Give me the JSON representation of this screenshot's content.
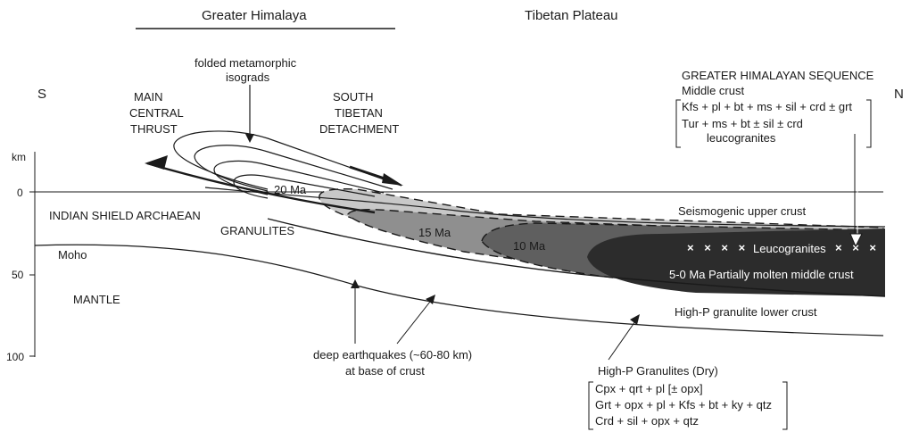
{
  "header": {
    "greater_himalaya": "Greater Himalaya",
    "tibetan_plateau": "Tibetan Plateau"
  },
  "compass": {
    "south": "S",
    "north": "N"
  },
  "depth_axis": {
    "unit": "km",
    "ticks": [
      {
        "label": "0",
        "value": 0
      },
      {
        "label": "50",
        "value": 50
      },
      {
        "label": "100",
        "value": 100
      }
    ]
  },
  "structures": {
    "main_central_thrust": [
      "MAIN",
      "CENTRAL",
      "THRUST"
    ],
    "south_tibetan_detachment": [
      "SOUTH",
      "TIBETAN",
      "DETACHMENT"
    ],
    "folded_isograds": [
      "folded metamorphic",
      "isograds"
    ]
  },
  "ages": {
    "age_20": "20 Ma",
    "age_15": "15 Ma",
    "age_10": "10 Ma"
  },
  "zones": {
    "indian_shield": "INDIAN SHIELD ARCHAEAN",
    "granulites": "GRANULITES",
    "moho": "Moho",
    "mantle": "MANTLE",
    "seismogenic": "Seismogenic upper crust",
    "leucogranites": "Leucogranites",
    "molten_middle": "5-0 Ma Partially molten middle crust",
    "lower_crust": "High-P granulite lower crust"
  },
  "ghs_box": {
    "title": "GREATER HIMALAYAN SEQUENCE",
    "subtitle": "Middle crust",
    "lines": [
      "Kfs + pl + bt + ms + sil + crd ± grt",
      "Tur + ms + bt ± sil ± crd",
      "leucogranites"
    ]
  },
  "earthquakes": [
    "deep earthquakes (~60-80 km)",
    "at base of crust"
  ],
  "granulite_box": {
    "title": "High-P Granulites (Dry)",
    "lines": [
      "Cpx + qrt + pl [± opx]",
      "Grt + opx + pl + Kfs + bt + ky + qtz",
      "Crd + sil + opx + qtz"
    ]
  },
  "colors": {
    "line": "#1a1a1a",
    "zone_20ma": "#c8c8c8",
    "zone_15ma": "#8f8f8f",
    "zone_10ma": "#5f5f5f",
    "zone_molten": "#2c2c2c",
    "label_on_dark": "#ffffff"
  }
}
